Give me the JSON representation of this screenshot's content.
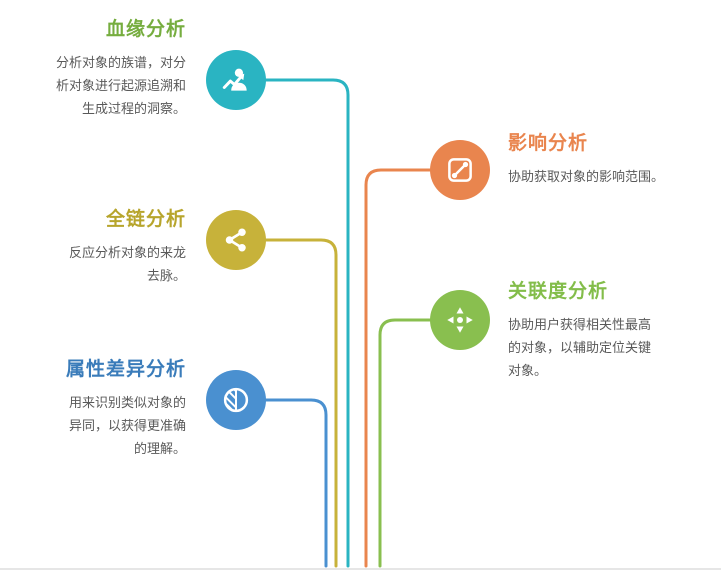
{
  "page": {
    "background": "#ffffff",
    "text_color": "#595959"
  },
  "items": [
    {
      "title": "血缘分析",
      "description": "分析对象的族谱，对分\n析对象进行起源追溯和\n生成过程的洞察。",
      "title_color": "#76ad3f",
      "color": "#2ab4c2",
      "icon": "user-trend-icon",
      "side": "left"
    },
    {
      "title": "影响分析",
      "description": "协助获取对象的影响范围。",
      "title_color": "#e9854e",
      "color": "#e9854e",
      "icon": "impact-node-icon",
      "side": "right"
    },
    {
      "title": "全链分析",
      "description": "反应分析对象的来龙\n去脉。",
      "title_color": "#b7a52c",
      "color": "#c7b23a",
      "icon": "share-nodes-icon",
      "side": "left"
    },
    {
      "title": "关联度分析",
      "description": "协助用户获得相关性最高\n的对象，以辅助定位关键\n对象。",
      "title_color": "#83bd4a",
      "color": "#89bf4f",
      "icon": "crosshair-dots-icon",
      "side": "right"
    },
    {
      "title": "属性差异分析",
      "description": "用来识别类似对象的\n异同，以获得更准确\n的理解。",
      "title_color": "#3a7cba",
      "color": "#4a90d0",
      "icon": "contrast-circle-icon",
      "side": "left"
    }
  ]
}
